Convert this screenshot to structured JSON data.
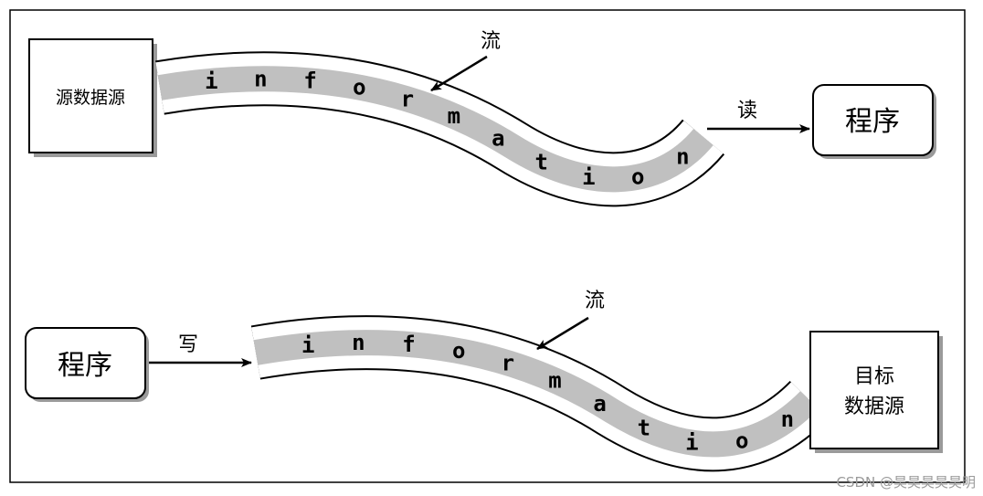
{
  "colors": {
    "border": "#000000",
    "stream_band": "#c0c0c0",
    "box_shadow": "#9a9a9a",
    "watermark": "#9a9a9a"
  },
  "top": {
    "source_label": "源数据源",
    "stream_label": "流",
    "stream_letters": [
      "i",
      "n",
      "f",
      "o",
      "r",
      "m",
      "a",
      "t",
      "i",
      "o",
      "n"
    ],
    "read_label": "读",
    "program_label": "程序"
  },
  "bottom": {
    "program_label": "程序",
    "write_label": "写",
    "stream_label": "流",
    "stream_letters": [
      "i",
      "n",
      "f",
      "o",
      "r",
      "m",
      "a",
      "t",
      "i",
      "o",
      "n"
    ],
    "target_line1": "目标",
    "target_line2": "数据源"
  },
  "watermark": "CSDN @昊昊昊昊昊明"
}
